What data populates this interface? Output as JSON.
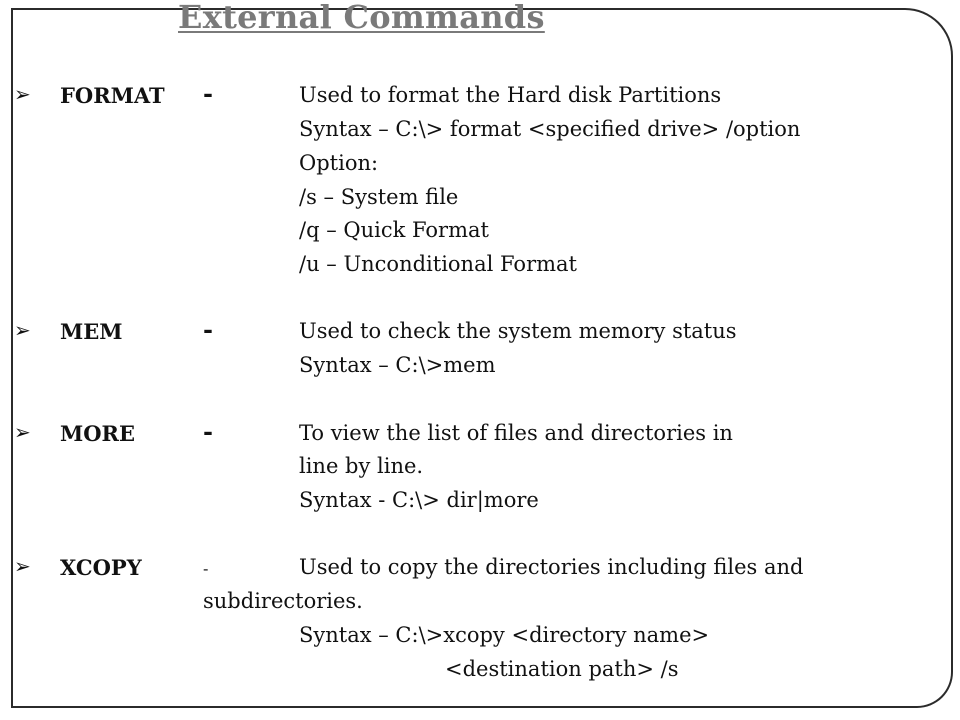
{
  "title": "External Commands",
  "bullet_glyph": "➢",
  "dash": "-",
  "commands": [
    {
      "name": "FORMAT",
      "lines": [
        "Used to format the Hard disk Partitions",
        "Syntax – C:\\> format <specified drive> /option",
        "Option:",
        "/s – System file",
        "/q – Quick Format",
        "/u – Unconditional Format"
      ]
    },
    {
      "name": "MEM",
      "lines": [
        "Used to check the system memory status",
        "Syntax – C:\\>mem"
      ]
    },
    {
      "name": "MORE",
      "lines": [
        "To view the list of files and directories in",
        "line by line.",
        "Syntax - C:\\> dir|more"
      ]
    },
    {
      "name": "XCOPY",
      "lines": [
        "Used to copy the directories including files and",
        "subdirectories.",
        "Syntax – C:\\>xcopy <directory name>",
        "<destination path> /s"
      ]
    }
  ]
}
